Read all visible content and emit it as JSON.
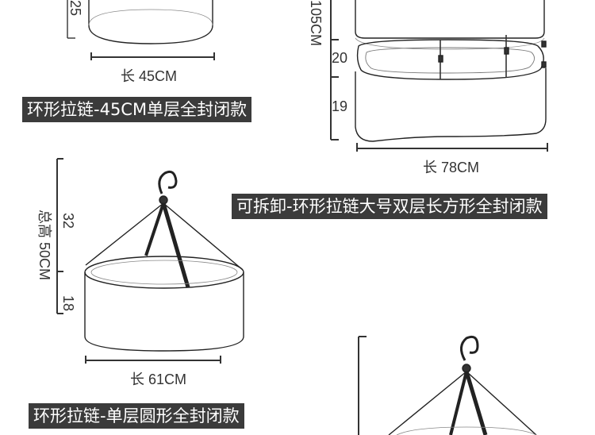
{
  "products": [
    {
      "length_label": "长 45CM",
      "height_partial": "25",
      "caption": "环形拉链-45CM单层全封闭款"
    },
    {
      "total_label": "105CM",
      "upper_height": "20",
      "lower_height": "19",
      "length_label": "长 78CM",
      "caption": "可拆卸-环形拉链大号双层长方形全封闭款"
    },
    {
      "total_label": "总高 50CM",
      "upper_height": "32",
      "lower_height": "18",
      "length_label": "长 61CM",
      "caption": "环形拉链-单层圆形全封闭款"
    },
    {
      "caption": ""
    }
  ],
  "colors": {
    "label_bg": "#3b3b3b",
    "label_text": "#ffffff",
    "line": "#222222"
  }
}
